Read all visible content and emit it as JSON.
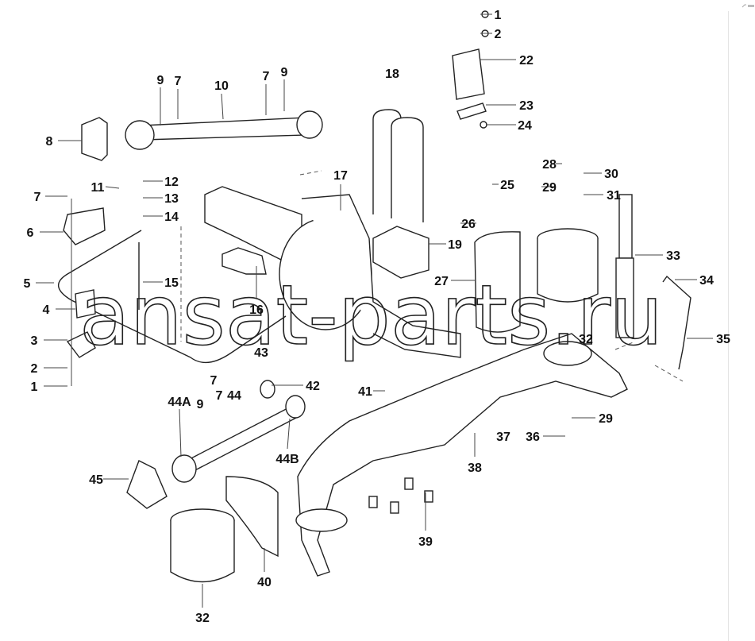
{
  "diagram": {
    "watermark": "ansat-parts.ru",
    "callouts": [
      "1",
      "2",
      "22",
      "23",
      "24",
      "18",
      "9",
      "7",
      "10",
      "7",
      "9",
      "8",
      "17",
      "28",
      "29",
      "30",
      "31",
      "25",
      "26",
      "19",
      "11",
      "12",
      "13",
      "14",
      "7",
      "6",
      "5",
      "15",
      "27",
      "33",
      "34",
      "4",
      "16",
      "32",
      "35",
      "3",
      "43",
      "2",
      "7",
      "42",
      "1",
      "41",
      "29",
      "9",
      "7",
      "44",
      "44A",
      "36",
      "37",
      "38",
      "44B",
      "45",
      "39",
      "40",
      "32"
    ]
  },
  "colors": {
    "line": "#222222",
    "text": "#111111"
  }
}
